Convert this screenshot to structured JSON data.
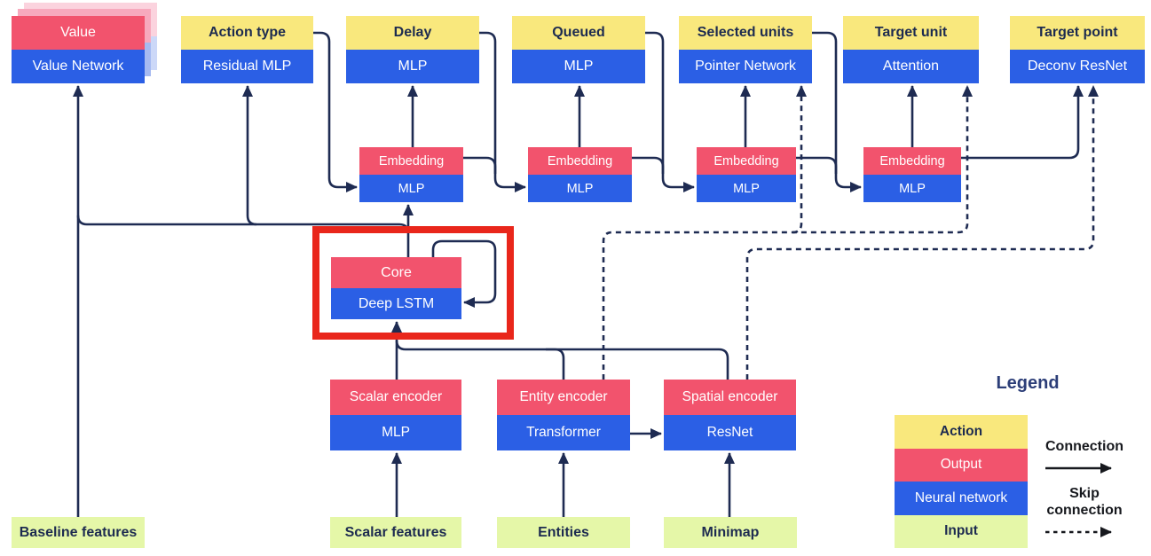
{
  "figure": {
    "nodes": {
      "value": {
        "output": "Value",
        "network": "Value Network"
      },
      "action_type": {
        "action": "Action type",
        "network": "Residual MLP"
      },
      "delay": {
        "action": "Delay",
        "network": "MLP"
      },
      "queued": {
        "action": "Queued",
        "network": "MLP"
      },
      "selected_units": {
        "action": "Selected units",
        "network": "Pointer Network"
      },
      "target_unit": {
        "action": "Target unit",
        "network": "Attention"
      },
      "target_point": {
        "action": "Target point",
        "network": "Deconv ResNet"
      },
      "embedding1": {
        "output": "Embedding",
        "network": "MLP"
      },
      "embedding2": {
        "output": "Embedding",
        "network": "MLP"
      },
      "embedding3": {
        "output": "Embedding",
        "network": "MLP"
      },
      "embedding4": {
        "output": "Embedding",
        "network": "MLP"
      },
      "core": {
        "output": "Core",
        "network": "Deep LSTM"
      },
      "scalar_encoder": {
        "output": "Scalar encoder",
        "network": "MLP"
      },
      "entity_encoder": {
        "output": "Entity encoder",
        "network": "Transformer"
      },
      "spatial_encoder": {
        "output": "Spatial encoder",
        "network": "ResNet"
      },
      "baseline_features": {
        "label": "Baseline features"
      },
      "scalar_features": {
        "label": "Scalar features"
      },
      "entities": {
        "label": "Entities"
      },
      "minimap": {
        "label": "Minimap"
      }
    },
    "legend": {
      "title": "Legend",
      "items": [
        {
          "label": "Action",
          "type": "action"
        },
        {
          "label": "Output",
          "type": "output"
        },
        {
          "label": "Neural network",
          "type": "network"
        },
        {
          "label": "Input",
          "type": "input"
        }
      ],
      "connection_label": "Connection",
      "skip_connection_label": "Skip connection"
    },
    "colors": {
      "action": "#f9e87d",
      "output": "#f2536d",
      "network": "#2b5fe5",
      "input": "#e5f7a8",
      "connector": "#1e2b52",
      "legend_arrow": "#17191e",
      "highlight": "#e9261b"
    }
  }
}
